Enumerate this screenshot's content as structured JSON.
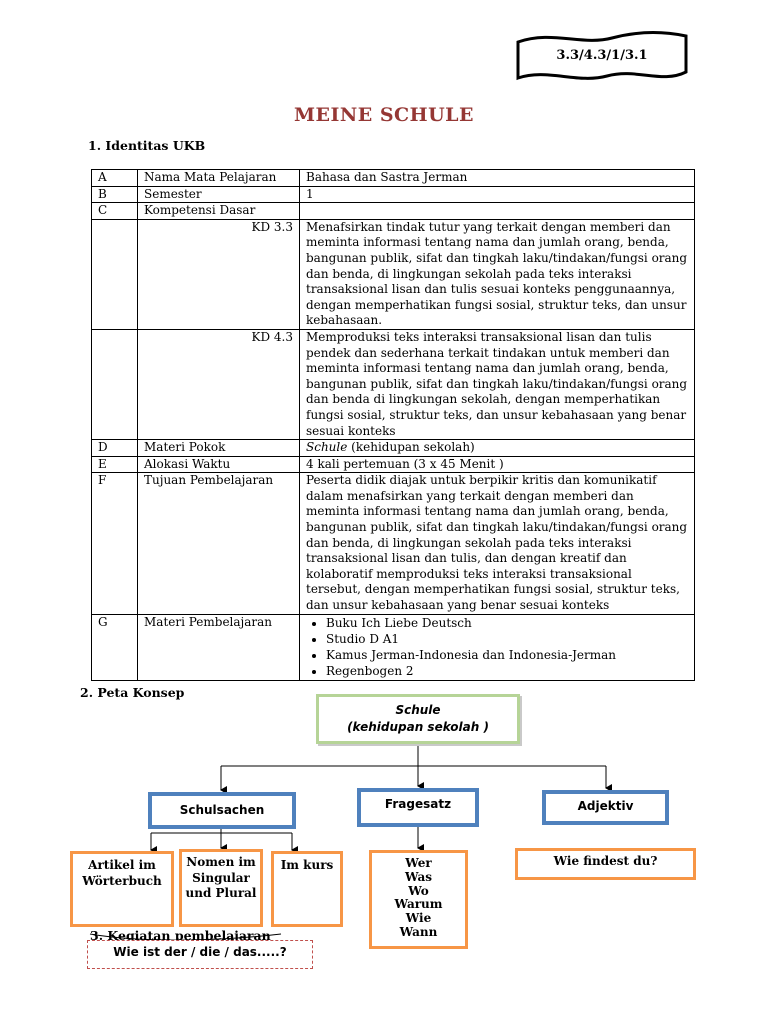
{
  "code": "3.3/4.3/1/3.1",
  "title": "MEINE SCHULE",
  "section1": "1.  Identitas UKB",
  "table": {
    "rows": [
      {
        "letter": "A",
        "field": "Nama Mata Pelajaran",
        "value": "Bahasa dan Sastra Jerman"
      },
      {
        "letter": "B",
        "field": "Semester",
        "value": "1"
      },
      {
        "letter": "C",
        "field": "Kompetensi Dasar",
        "value": ""
      },
      {
        "letter": "",
        "field": "KD 3.3",
        "value": "Menafsirkan tindak tutur yang terkait dengan memberi dan meminta informasi tentang nama dan jumlah orang, benda, bangunan publik, sifat dan tingkah laku/tindakan/fungsi orang dan benda, di lingkungan sekolah pada teks interaksi transaksional lisan dan tulis sesuai konteks penggunaannya, dengan memperhatikan  fungsi sosial, struktur teks, dan unsur kebahasaan."
      },
      {
        "letter": "",
        "field": "KD 4.3",
        "value": "Memproduksi teks interaksi transaksional lisan dan tulis pendek dan sederhana terkait tindakan untuk memberi dan meminta informasi tentang nama dan jumlah orang, benda, bangunan publik, sifat dan tingkah laku/tindakan/fungsi orang dan benda di lingkungan sekolah, dengan memperhatikan fungsi sosial, struktur teks, dan unsur kebahasaan yang benar sesuai konteks"
      },
      {
        "letter": "D",
        "field": "Materi Pokok",
        "value_italic": "Schule",
        "value": " (kehidupan sekolah)"
      },
      {
        "letter": "E",
        "field": "Alokasi Waktu",
        "value": " 4 kali pertemuan (3 x 45 Menit )"
      },
      {
        "letter": "F",
        "field": "Tujuan Pembelajaran",
        "value": "Peserta didik diajak untuk berpikir kritis dan komunikatif dalam menafsirkan yang terkait dengan memberi dan meminta informasi tentang nama dan jumlah orang, benda, bangunan publik, sifat dan tingkah laku/tindakan/fungsi orang dan benda, di lingkungan sekolah pada teks interaksi transaksional lisan dan tulis, dan dengan kreatif dan kolaboratif memproduksi teks interaksi transaksional tersebut, dengan memperhatikan fungsi sosial, struktur teks, dan unsur kebahasaan yang benar sesuai konteks"
      },
      {
        "letter": "G",
        "field": "Materi Pembelajaran",
        "items": [
          "Buku Ich Liebe Deutsch",
          "Studio D A1",
          "Kamus Jerman-Indonesia dan Indonesia-Jerman",
          "Regenbogen 2"
        ]
      }
    ]
  },
  "section2": "2.  Peta Konsep",
  "concept_map": {
    "root": {
      "line1": "Schule",
      "line2": "(kehidupan sekolah )"
    },
    "schulsachen": "Schulsachen",
    "fragesatz": "Fragesatz",
    "adjektiv": "Adjektiv",
    "artikel": {
      "line1": "Artikel im",
      "line2": "Wörterbuch"
    },
    "nomen": {
      "line1": "Nomen im",
      "line2": "Singular",
      "line3": "und Plural"
    },
    "imkurs": "Im kurs",
    "questions": [
      "Wer",
      "Was",
      "Wo",
      "Warum",
      "Wie",
      "Wann"
    ],
    "wie_findest": "Wie findest du?"
  },
  "section3": "3.   Kegiatan pembelajaran",
  "dashed_box": "Wie ist der / die / das.....?",
  "colors": {
    "title": "#953734",
    "green_border": "#b6d497",
    "blue_border": "#4f81bd",
    "orange_border": "#f79646",
    "dashed_red": "#c0504d"
  }
}
